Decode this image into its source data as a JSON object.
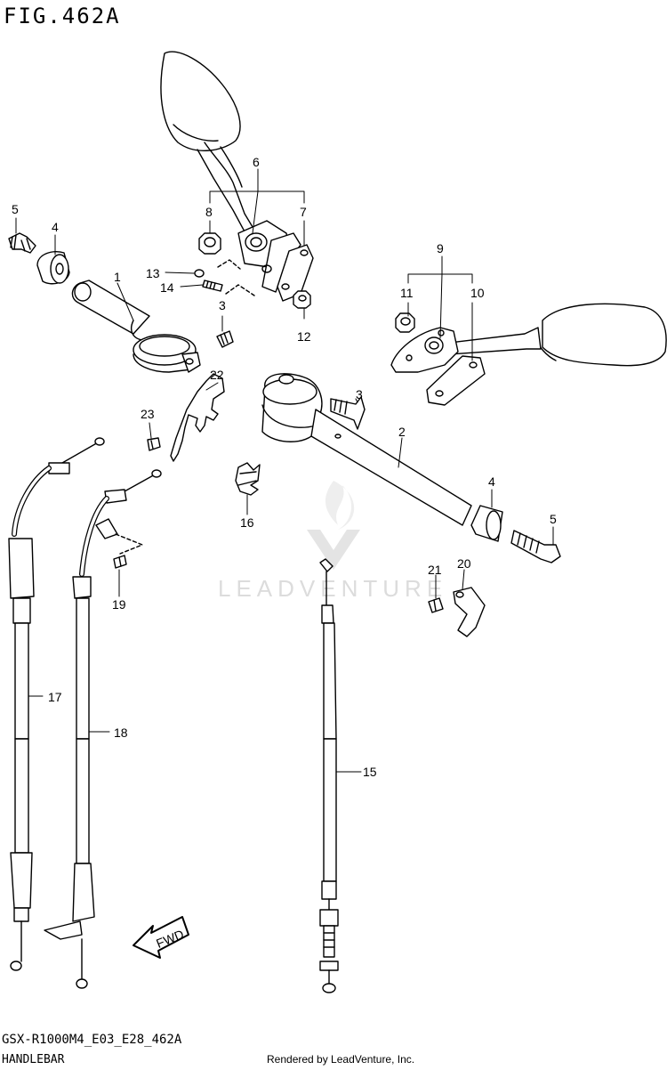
{
  "figure": {
    "title": "FIG.462A",
    "model_code": "GSX-R1000M4_E03_E28_462A",
    "section": "HANDLEBAR",
    "credit": "Rendered by LeadVenture, Inc.",
    "watermark": "LEADVENTURE",
    "fwd_label": "FWD"
  },
  "callouts": [
    {
      "id": "1",
      "label": "1"
    },
    {
      "id": "2",
      "label": "2"
    },
    {
      "id": "3a",
      "label": "3"
    },
    {
      "id": "3b",
      "label": "3"
    },
    {
      "id": "4a",
      "label": "4"
    },
    {
      "id": "4b",
      "label": "4"
    },
    {
      "id": "5a",
      "label": "5"
    },
    {
      "id": "5b",
      "label": "5"
    },
    {
      "id": "6",
      "label": "6"
    },
    {
      "id": "7",
      "label": "7"
    },
    {
      "id": "8",
      "label": "8"
    },
    {
      "id": "9",
      "label": "9"
    },
    {
      "id": "10",
      "label": "10"
    },
    {
      "id": "11",
      "label": "11"
    },
    {
      "id": "12",
      "label": "12"
    },
    {
      "id": "13",
      "label": "13"
    },
    {
      "id": "14",
      "label": "14"
    },
    {
      "id": "15",
      "label": "15"
    },
    {
      "id": "16",
      "label": "16"
    },
    {
      "id": "17",
      "label": "17"
    },
    {
      "id": "18",
      "label": "18"
    },
    {
      "id": "19",
      "label": "19"
    },
    {
      "id": "20",
      "label": "20"
    },
    {
      "id": "21",
      "label": "21"
    },
    {
      "id": "22",
      "label": "22"
    },
    {
      "id": "23",
      "label": "23"
    }
  ]
}
